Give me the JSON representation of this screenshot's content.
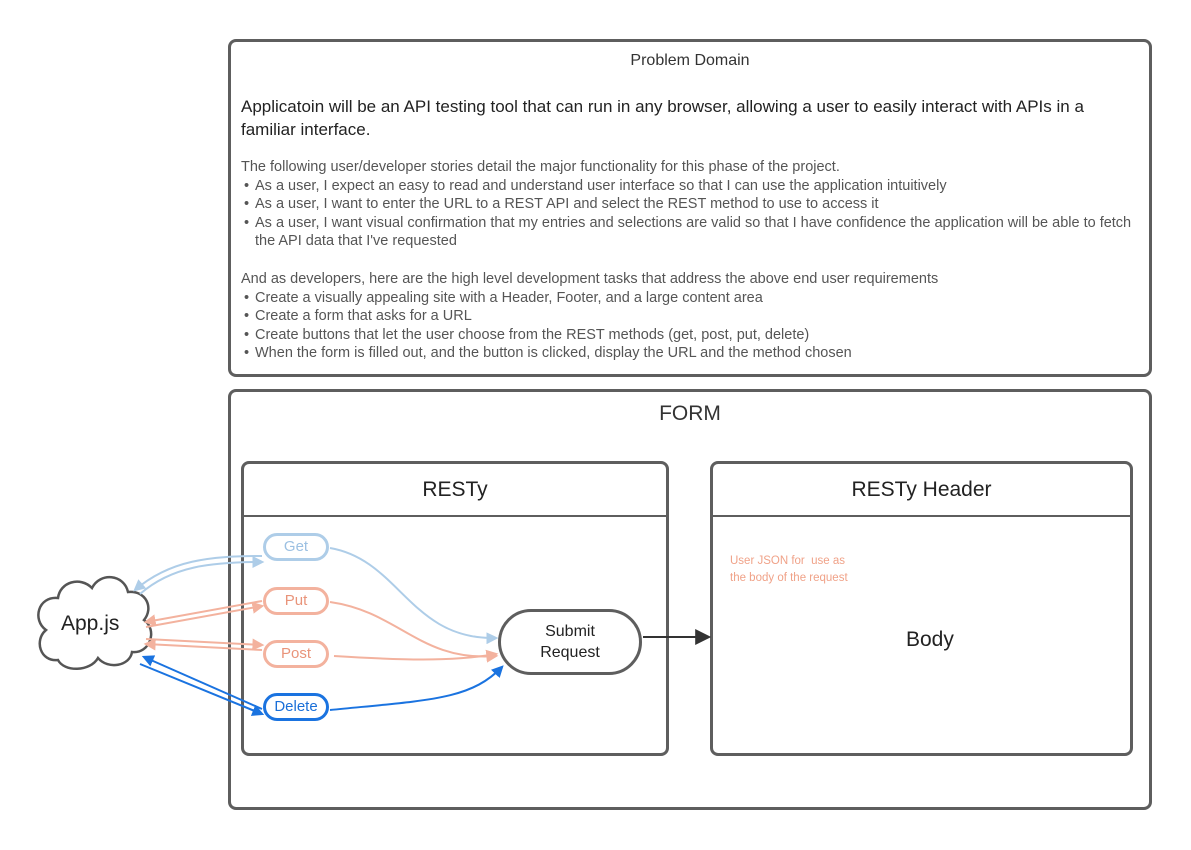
{
  "problem": {
    "title": "Problem Domain",
    "intro": "Applicatoin will be an API testing tool that can run in any browser, allowing a user to easily interact with APIs in a familiar interface.",
    "stories_intro": "The following user/developer stories detail the major functionality for this phase of the project.",
    "stories": [
      "As a user, I expect an easy to read and understand user interface so that I can use the application intuitively",
      "As a user, I want to enter the URL to a REST API and select the REST method to use to access it",
      "As a user, I want visual confirmation that my entries and selections are valid so that I have confidence the application will be able to fetch the API data that I've requested"
    ],
    "tasks_intro": "And as developers, here are the high level development tasks that address the above end user requirements",
    "tasks": [
      "Create a visually appealing site with a Header, Footer, and a large content area",
      "Create a form that asks for a URL",
      "Create buttons that let the user choose from the REST methods (get, post, put, delete)",
      "When the form is filled out, and the button is clicked, display the URL and the method chosen"
    ]
  },
  "form": {
    "title": "FORM",
    "resty": {
      "title": "RESTy",
      "buttons": {
        "get": "Get",
        "put": "Put",
        "post": "Post",
        "delete": "Delete"
      },
      "submit": "Submit\nRequest"
    },
    "header_panel": {
      "title": "RESTy Header",
      "note": "User JSON for  use as\nthe body of the request",
      "body": "Body"
    }
  },
  "app": {
    "label": "App.js"
  },
  "colors": {
    "get": "#aecde8",
    "put_post": "#f3b29e",
    "delete": "#1a73e0",
    "border": "#5e5e5e"
  }
}
